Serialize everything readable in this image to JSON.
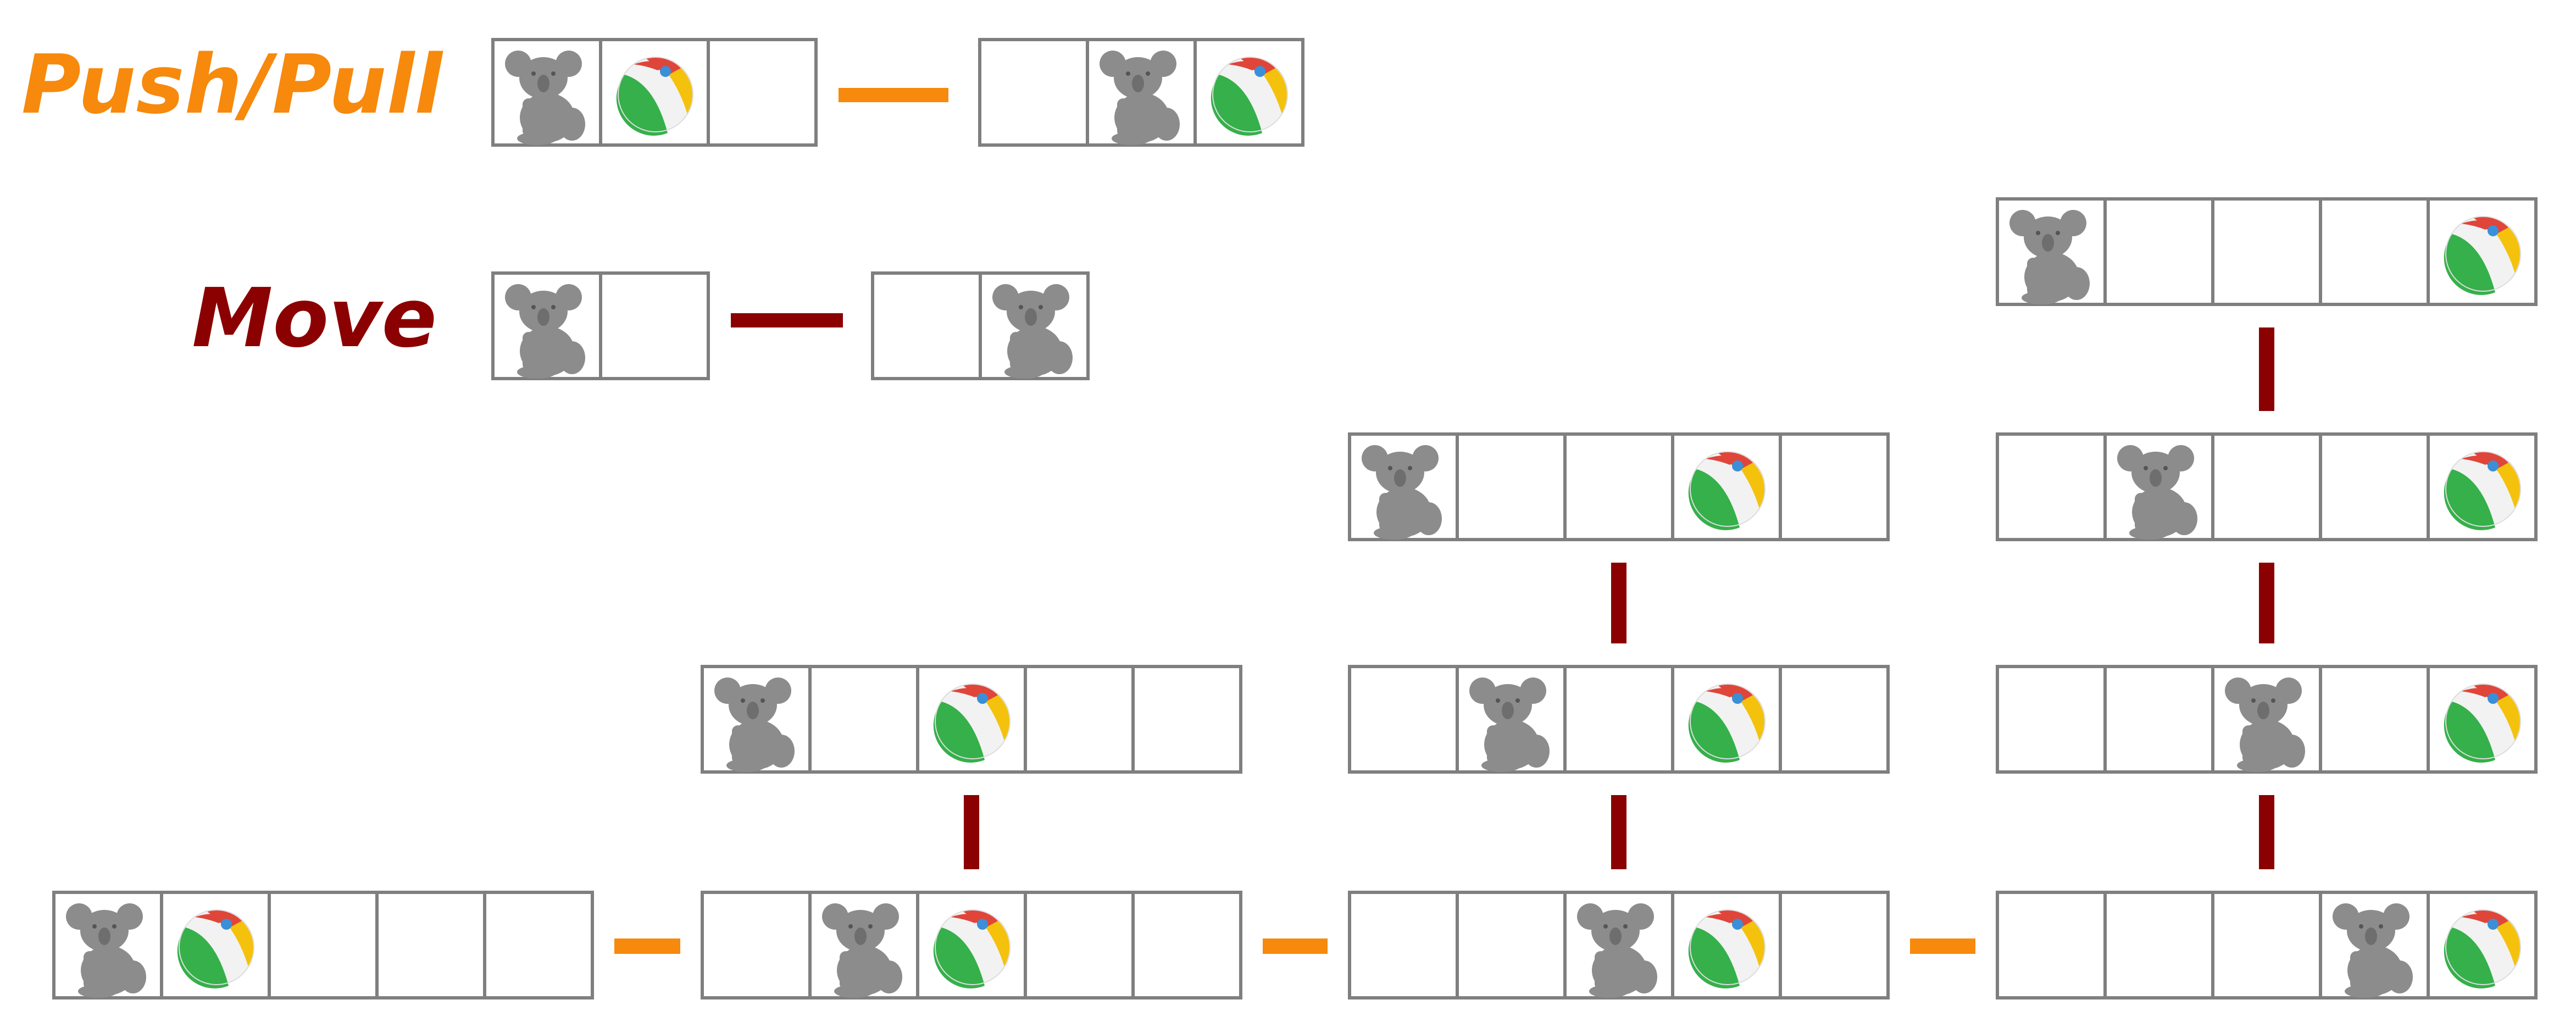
{
  "legend": {
    "push_pull_label": "Push/Pull",
    "move_label": "Move",
    "push_pull_color": "#F7890C",
    "move_color": "#8B0000"
  },
  "colors": {
    "cell_border": "#7f7f7f",
    "koala": "#8c8c8c",
    "ball_green": "#35b04a",
    "ball_red": "#e0453a",
    "ball_yellow": "#f4c20d",
    "ball_blue": "#3a8fd8",
    "ball_white": "#f2f2f2"
  },
  "icons": [
    "koala-icon",
    "beach-ball-icon"
  ],
  "legend_examples": {
    "push_pull": {
      "before": [
        "koala",
        "ball",
        "empty"
      ],
      "after": [
        "empty",
        "koala",
        "ball"
      ]
    },
    "move": {
      "before": [
        "koala",
        "empty"
      ],
      "after": [
        "empty",
        "koala"
      ]
    }
  },
  "states": {
    "b0": [
      "koala",
      "ball",
      "empty",
      "empty",
      "empty"
    ],
    "b1": [
      "empty",
      "koala",
      "ball",
      "empty",
      "empty"
    ],
    "b2": [
      "empty",
      "empty",
      "koala",
      "ball",
      "empty"
    ],
    "b3": [
      "empty",
      "empty",
      "empty",
      "koala",
      "ball"
    ],
    "c1_1": [
      "koala",
      "empty",
      "ball",
      "empty",
      "empty"
    ],
    "c2_1": [
      "empty",
      "koala",
      "empty",
      "ball",
      "empty"
    ],
    "c2_2": [
      "koala",
      "empty",
      "empty",
      "ball",
      "empty"
    ],
    "c3_1": [
      "empty",
      "empty",
      "koala",
      "empty",
      "ball"
    ],
    "c3_2": [
      "empty",
      "koala",
      "empty",
      "empty",
      "ball"
    ],
    "c3_3": [
      "koala",
      "empty",
      "empty",
      "empty",
      "ball"
    ]
  },
  "transitions": [
    {
      "from": "b0",
      "to": "b1",
      "type": "push_pull"
    },
    {
      "from": "b1",
      "to": "b2",
      "type": "push_pull"
    },
    {
      "from": "b2",
      "to": "b3",
      "type": "push_pull"
    },
    {
      "from": "b1",
      "to": "c1_1",
      "type": "move"
    },
    {
      "from": "b2",
      "to": "c2_1",
      "type": "move"
    },
    {
      "from": "c2_1",
      "to": "c2_2",
      "type": "move"
    },
    {
      "from": "b3",
      "to": "c3_1",
      "type": "move"
    },
    {
      "from": "c3_1",
      "to": "c3_2",
      "type": "move"
    },
    {
      "from": "c3_2",
      "to": "c3_3",
      "type": "move"
    }
  ]
}
